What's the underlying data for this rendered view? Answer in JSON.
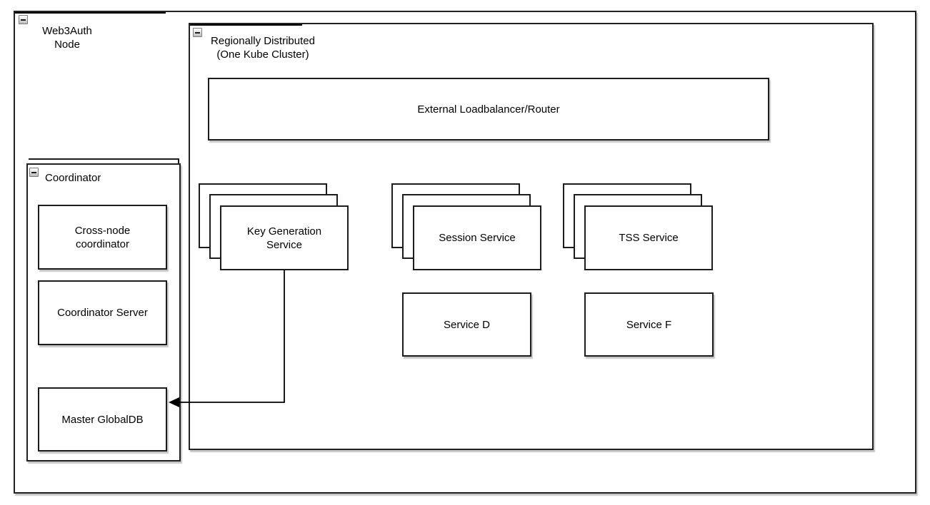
{
  "colors": {
    "background": "#ffffff",
    "stroke": "#1c1c1c",
    "shadow": "rgba(0,0,0,0.22)"
  },
  "icons": {
    "collapse": "minus-square"
  },
  "nodes": {
    "web3auth": {
      "label1": "Web3Auth",
      "label2": "Node",
      "collapsible": true
    },
    "regional": {
      "label1": "Regionally Distributed",
      "label2": "(One Kube Cluster)",
      "collapsible": true
    },
    "coordinator": {
      "label": "Coordinator",
      "collapsible": true
    },
    "elb": {
      "label": "External Loadbalancer/Router"
    },
    "cross_node": {
      "label1": "Cross-node",
      "label2": "coordinator"
    },
    "coordinator_server": {
      "label": "Coordinator Server"
    },
    "master_globaldb": {
      "label": "Master GlobalDB"
    },
    "keygen": {
      "label1": "Key Generation",
      "label2": "Service",
      "replicas": 3
    },
    "session": {
      "label": "Session Service",
      "replicas": 3
    },
    "tss": {
      "label": "TSS Service",
      "replicas": 3
    },
    "service_d": {
      "label": "Service D"
    },
    "service_f": {
      "label": "Service F"
    }
  },
  "edges": [
    {
      "from": "Key Generation Service",
      "to": "Master GlobalDB",
      "style": "arrow"
    }
  ]
}
